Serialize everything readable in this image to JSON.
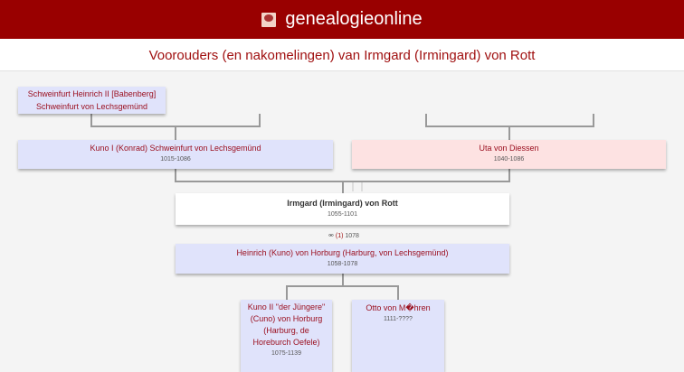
{
  "header": {
    "brand": "genealogieonline"
  },
  "page_title": "Voorouders (en nakomelingen) van Irmgard (Irmingard) von Rott",
  "persons": {
    "grandfather": {
      "name1": "Schweinfurt Heinrich II [Babenberg]",
      "name2": "Schweinfurt von Lechsgemünd"
    },
    "father": {
      "name": "Kuno I (Konrad) Schweinfurt von Lechsgemünd",
      "years": "1015-1086"
    },
    "mother": {
      "name": "Uta von Diessen",
      "years": "1040-1086"
    },
    "subject": {
      "name": "Irmgard (Irmingard) von Rott",
      "years": "1055-1101"
    },
    "spouse": {
      "name": "Heinrich (Kuno) von Horburg (Harburg, von Lechsgemünd)",
      "years": "1058-1078"
    },
    "child1": {
      "name": "Kuno II \"der Jüngere\" (Cuno) von Horburg (Harburg, de Horeburch Oefele)",
      "years": "1075-1139"
    },
    "child2": {
      "name": "Otto von M�hren",
      "years": "1111-????"
    }
  },
  "marriage": {
    "symbol": "⚮",
    "number": "(1)",
    "year": "1078"
  }
}
